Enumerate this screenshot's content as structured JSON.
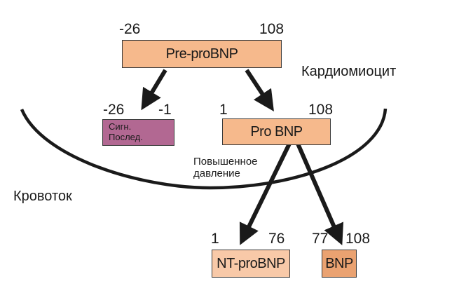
{
  "diagram": {
    "cell_label": "Кардиомиоцит",
    "blood_label": "Кровоток",
    "pre_pro": {
      "label": "Pre-proBNP",
      "start": "-26",
      "end": "108"
    },
    "signal": {
      "label_line1": "Сигн.",
      "label_line2": "Послед.",
      "start": "-26",
      "end": "-1"
    },
    "pro": {
      "label": "Pro BNP",
      "start": "1",
      "end": "108"
    },
    "stimulus_line1": "Повышенное",
    "stimulus_line2": "давление",
    "nt_pro": {
      "label": "NT-proBNP",
      "start": "1",
      "end": "76"
    },
    "bnp": {
      "label": "BNP",
      "start": "77",
      "end": "108"
    },
    "colors": {
      "main_box": "#f6b98c",
      "signal_box": "#b26892",
      "bnp_box": "#eaa271",
      "arrows": "#1a1a1a"
    }
  }
}
